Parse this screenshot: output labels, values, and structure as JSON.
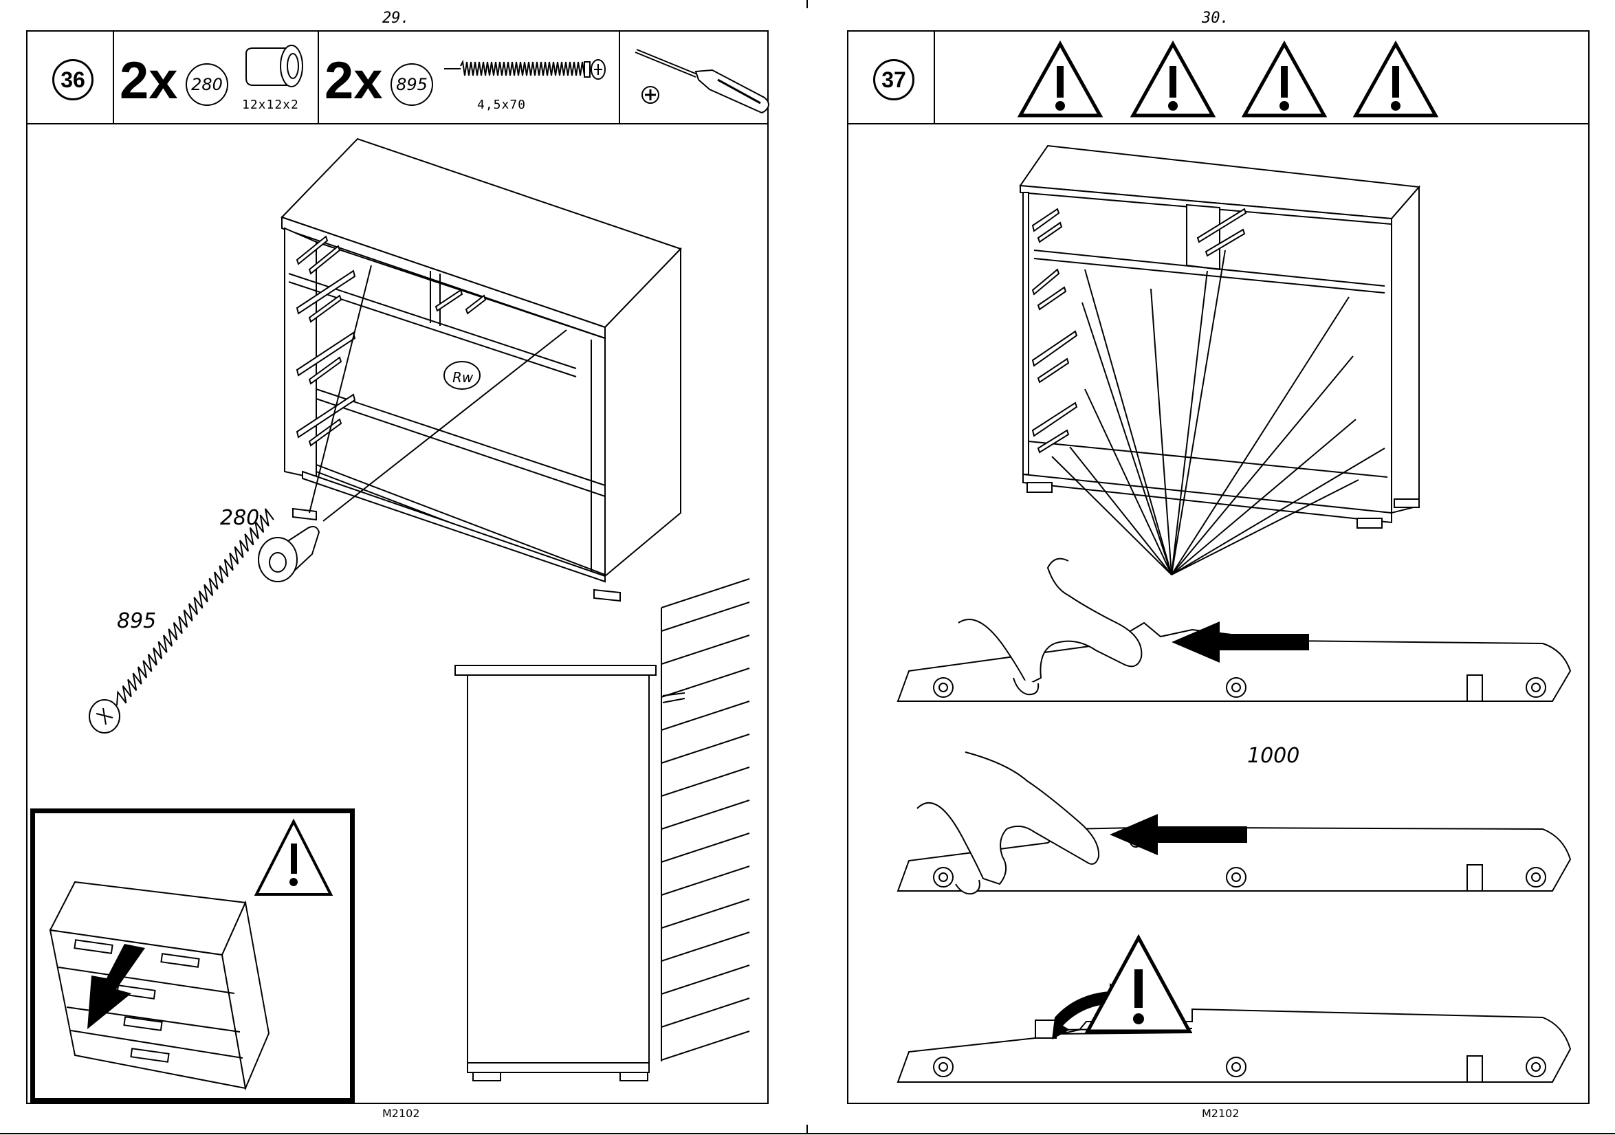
{
  "left_page": {
    "page_number": "29.",
    "step_number": "36",
    "parts": [
      {
        "quantity": "2x",
        "part_number": "280",
        "dimensions": "12x12x2"
      },
      {
        "quantity": "2x",
        "part_number": "895",
        "dimensions": "4,5x70"
      }
    ],
    "tools": [
      "screwdriver-icon",
      "phillips-bit-icon"
    ],
    "labels": {
      "cap": "280",
      "screw": "895",
      "wall": "Rw"
    },
    "footer": "M2102"
  },
  "right_page": {
    "page_number": "30.",
    "step_number": "37",
    "warnings": [
      "warning-icon",
      "warning-icon",
      "warning-icon",
      "warning-icon"
    ],
    "rail_length": "1000",
    "footer": "M2102"
  }
}
